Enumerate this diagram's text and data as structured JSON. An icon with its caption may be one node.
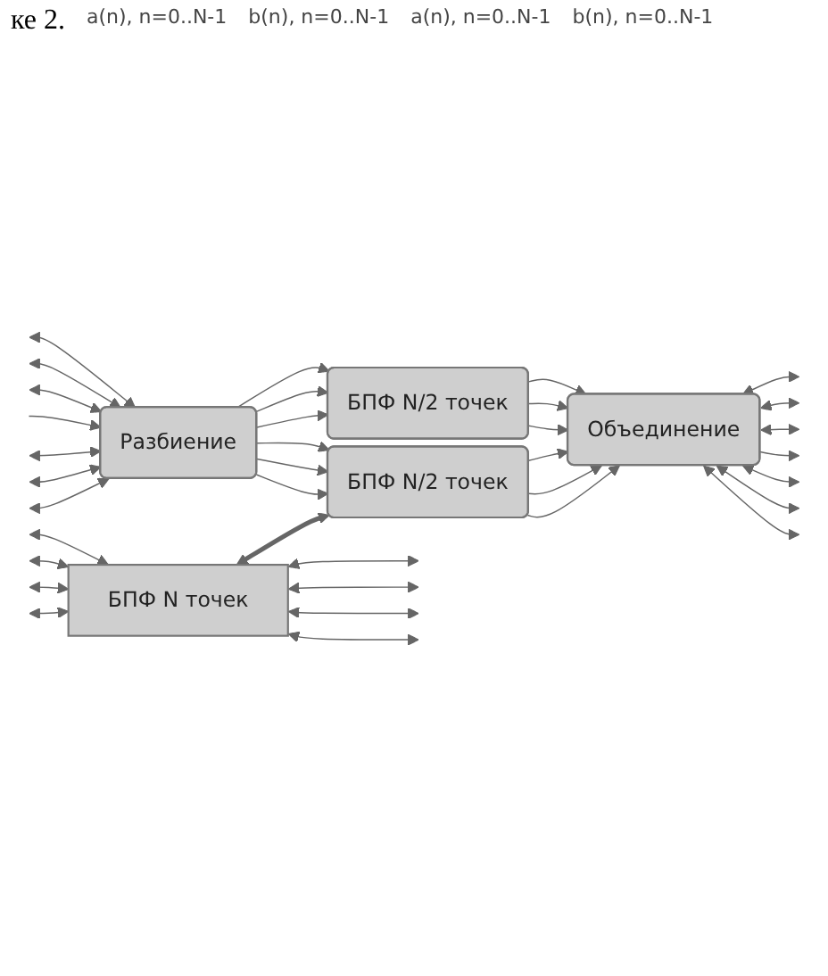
{
  "diagram": {
    "nodes": [
      {
        "text": [
          "БПФ N точек"
        ]
      },
      {
        "text": [
          "Разбиение"
        ]
      },
      {
        "text": [
          "БПФ N/2 точек"
        ]
      },
      {
        "text": [
          "БПФ N/2 точек"
        ]
      },
      {
        "text": [
          "Объединение"
        ]
      }
    ],
    "edges": [
      {
        "from": null,
        "to": 0,
        "arrow": "both"
      },
      {
        "from": null,
        "to": 0,
        "arrow": "both"
      },
      {
        "from": null,
        "to": 0,
        "arrow": "both"
      },
      {
        "from": null,
        "to": 0,
        "arrow": "both"
      },
      {
        "from": 0,
        "to": null,
        "arrow": "both"
      },
      {
        "from": 0,
        "to": null,
        "arrow": "both"
      },
      {
        "from": 0,
        "to": null,
        "arrow": "both"
      },
      {
        "from": 0,
        "to": null,
        "arrow": "both"
      },
      {
        "from": 0,
        "to": 2,
        "arrow": "both",
        "style": "thick"
      },
      {
        "from": null,
        "to": 1,
        "arrow": "both"
      },
      {
        "from": null,
        "to": 1,
        "arrow": "both"
      },
      {
        "from": null,
        "to": 1,
        "arrow": "both"
      },
      {
        "from": null,
        "to": 1,
        "arrow": "to"
      },
      {
        "from": null,
        "to": 1,
        "arrow": "both"
      },
      {
        "from": null,
        "to": 1,
        "arrow": "both"
      },
      {
        "from": null,
        "to": 1,
        "arrow": "both"
      },
      {
        "from": 1,
        "to": 2,
        "arrow": "to"
      },
      {
        "from": 1,
        "to": 2,
        "arrow": "to"
      },
      {
        "from": 1,
        "to": 2,
        "arrow": "to"
      },
      {
        "from": 1,
        "to": 3,
        "arrow": "to"
      },
      {
        "from": 1,
        "to": 3,
        "arrow": "to"
      },
      {
        "from": 1,
        "to": 3,
        "arrow": "to"
      },
      {
        "from": 2,
        "to": 4,
        "arrow": "to"
      },
      {
        "from": 2,
        "to": 4,
        "arrow": "to"
      },
      {
        "from": 2,
        "to": 4,
        "arrow": "to"
      },
      {
        "from": 3,
        "to": 4,
        "arrow": "to"
      },
      {
        "from": 3,
        "to": 4,
        "arrow": "to"
      },
      {
        "from": 3,
        "to": 4,
        "arrow": "to"
      },
      {
        "from": 4,
        "to": null,
        "arrow": "both"
      },
      {
        "from": 4,
        "to": null,
        "arrow": "both"
      },
      {
        "from": 4,
        "to": null,
        "arrow": "both"
      },
      {
        "from": 4,
        "to": null,
        "arrow": "to"
      },
      {
        "from": 4,
        "to": null,
        "arrow": "both"
      },
      {
        "from": 4,
        "to": null,
        "arrow": "both"
      },
      {
        "from": 4,
        "to": null,
        "arrow": "both"
      }
    ],
    "labels": [
      "ке 2.",
      "a(n), n=0..N-1",
      "b(n), n=0..N-1",
      "a(n), n=0..N-1",
      "b(n), n=0..N-1"
    ]
  }
}
